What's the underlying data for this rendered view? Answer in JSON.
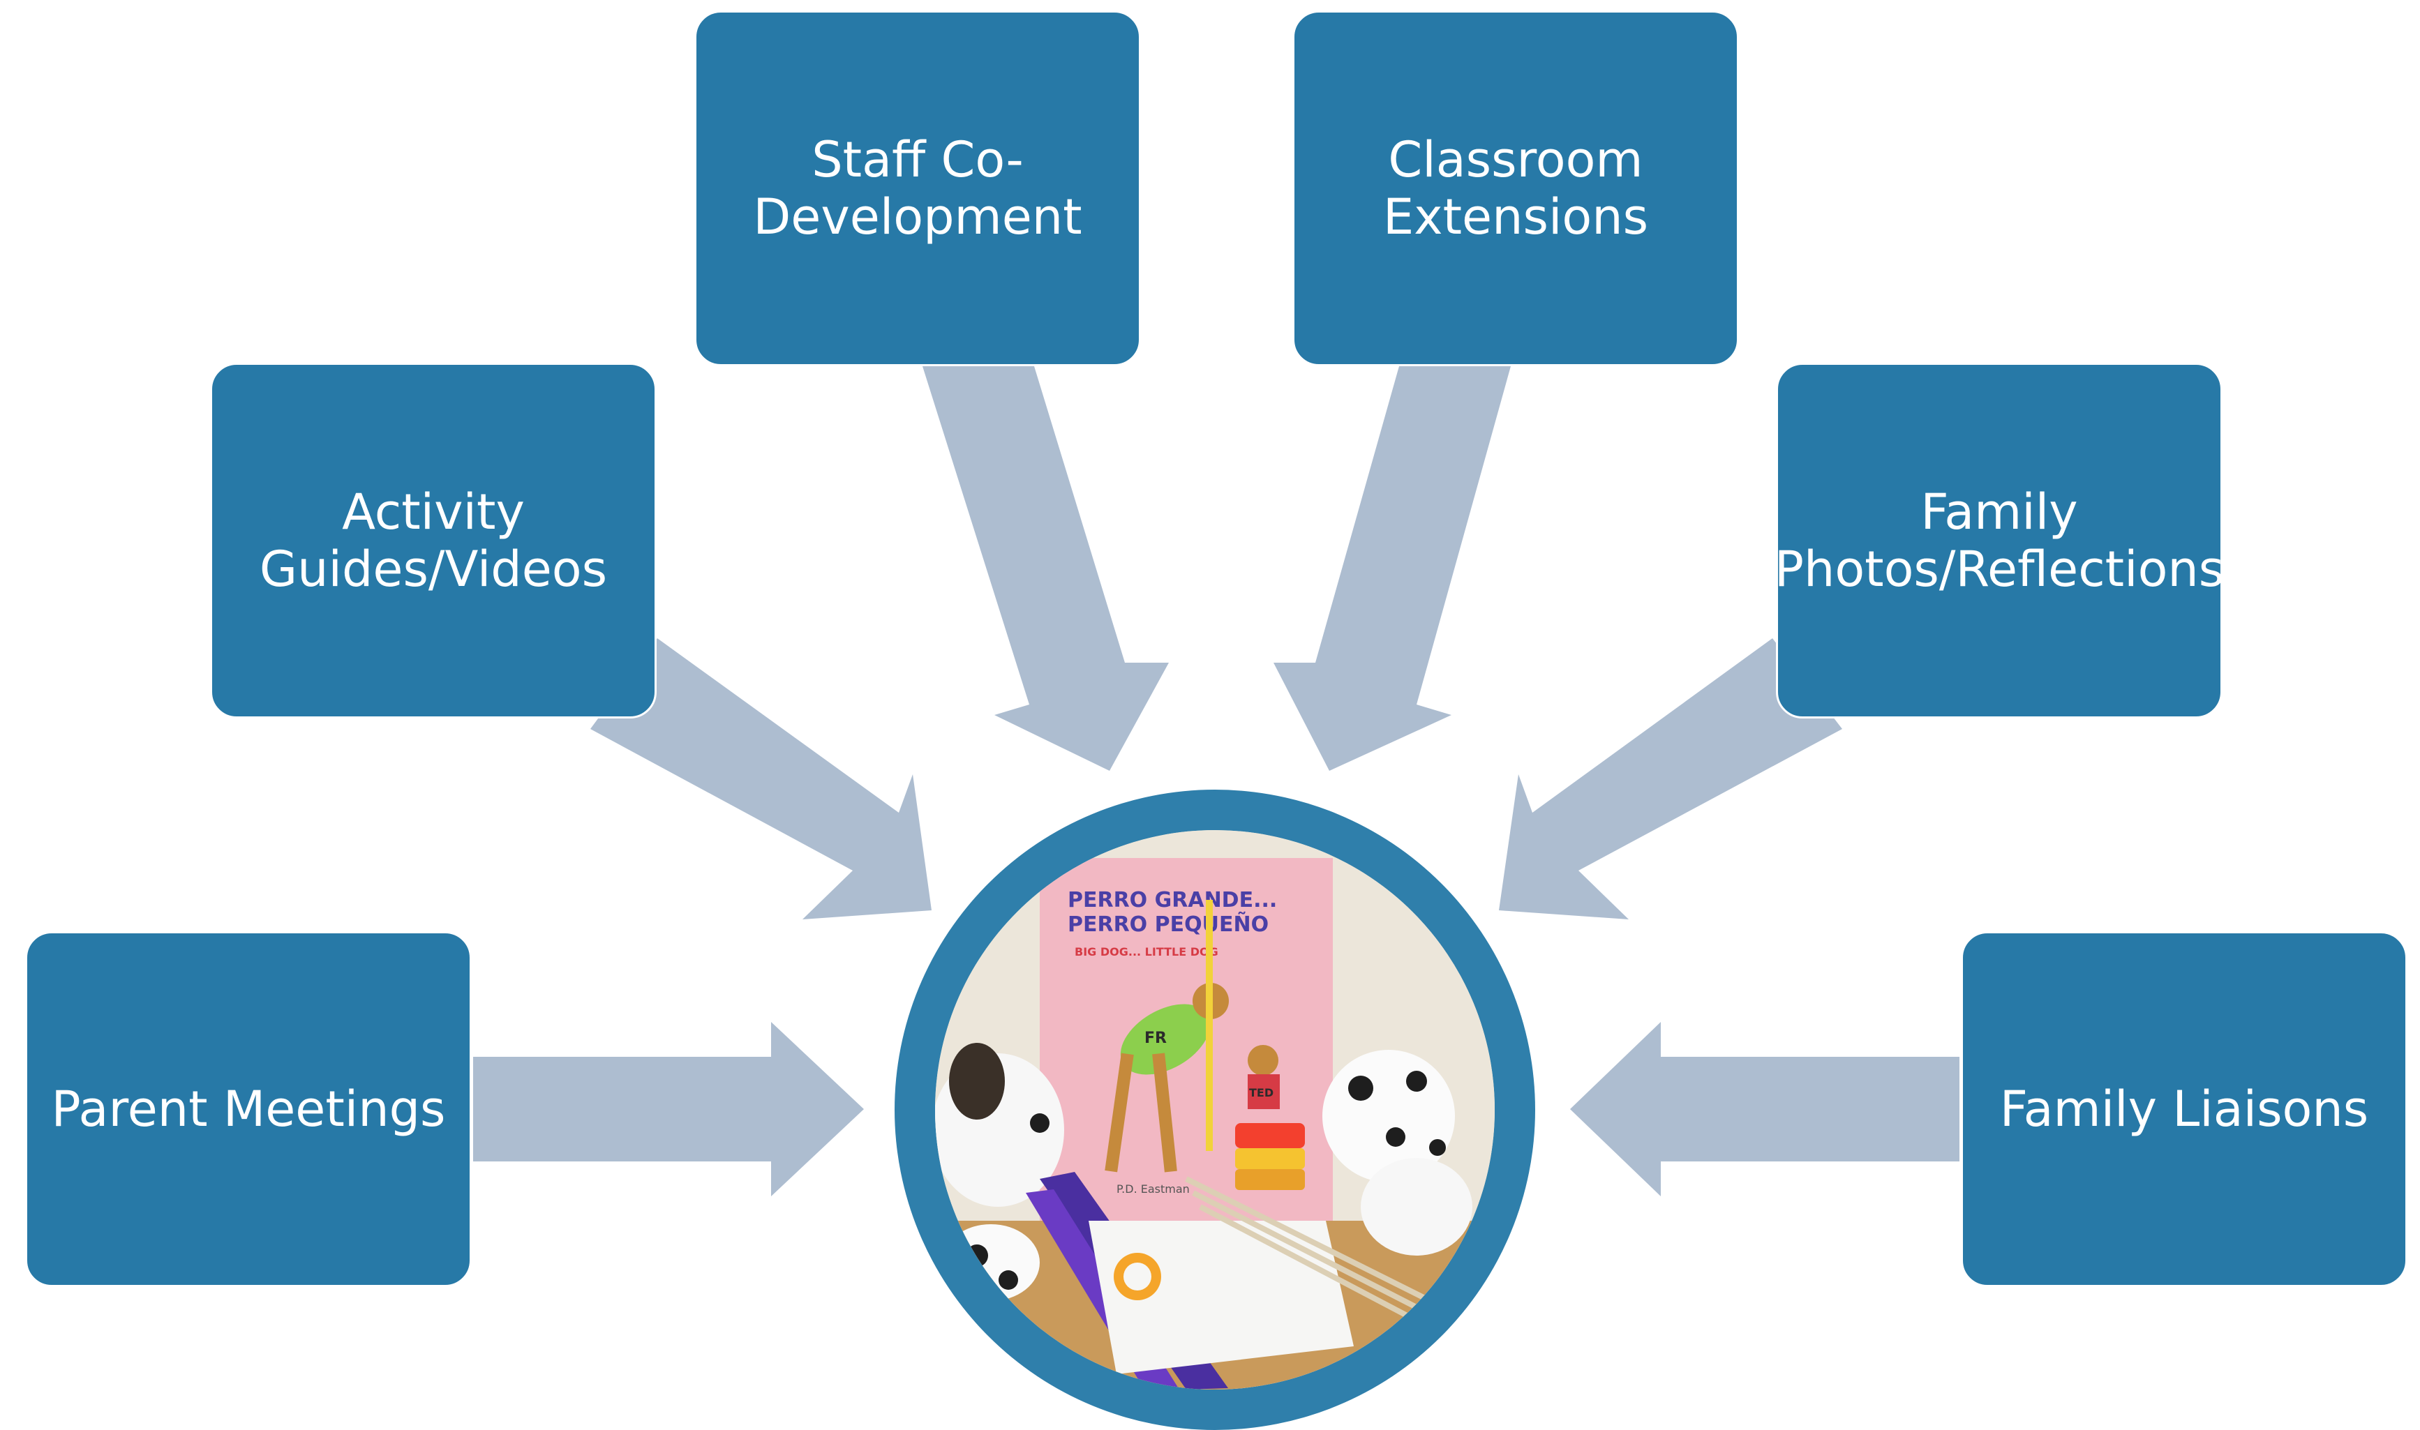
{
  "colors": {
    "box_fill": "#2779a7",
    "box_text": "#ffffff",
    "arrow_fill": "#adbdd0",
    "hub_ring": "#2f7fab"
  },
  "boxes": {
    "staff": "Staff Co-\nDevelopment",
    "classroom": "Classroom\nExtensions",
    "activity": "Activity\nGuides/Videos",
    "family_photos": "Family\nPhotos/Reflections",
    "parent_meetings": "Parent Meetings",
    "family_liaisons": "Family Liaisons"
  },
  "center_image": {
    "description_icon": "book-and-toys-photo",
    "book_title_line1": "PERRO GRANDE...",
    "book_title_line2": "PERRO PEQUEÑO",
    "book_subtitle": "BIG DOG... LITTLE DOG",
    "book_author": "P.D. Eastman",
    "dog_shirt_big": "FR",
    "dog_shirt_small": "TED"
  }
}
